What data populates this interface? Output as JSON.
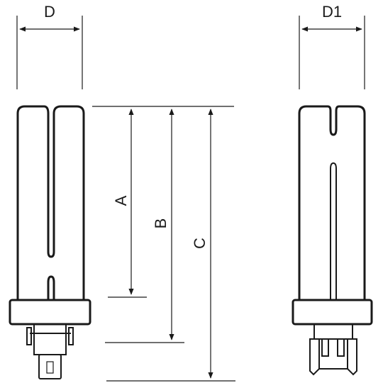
{
  "labels": {
    "d": "D",
    "d1": "D1",
    "a": "A",
    "b": "B",
    "c": "C"
  }
}
